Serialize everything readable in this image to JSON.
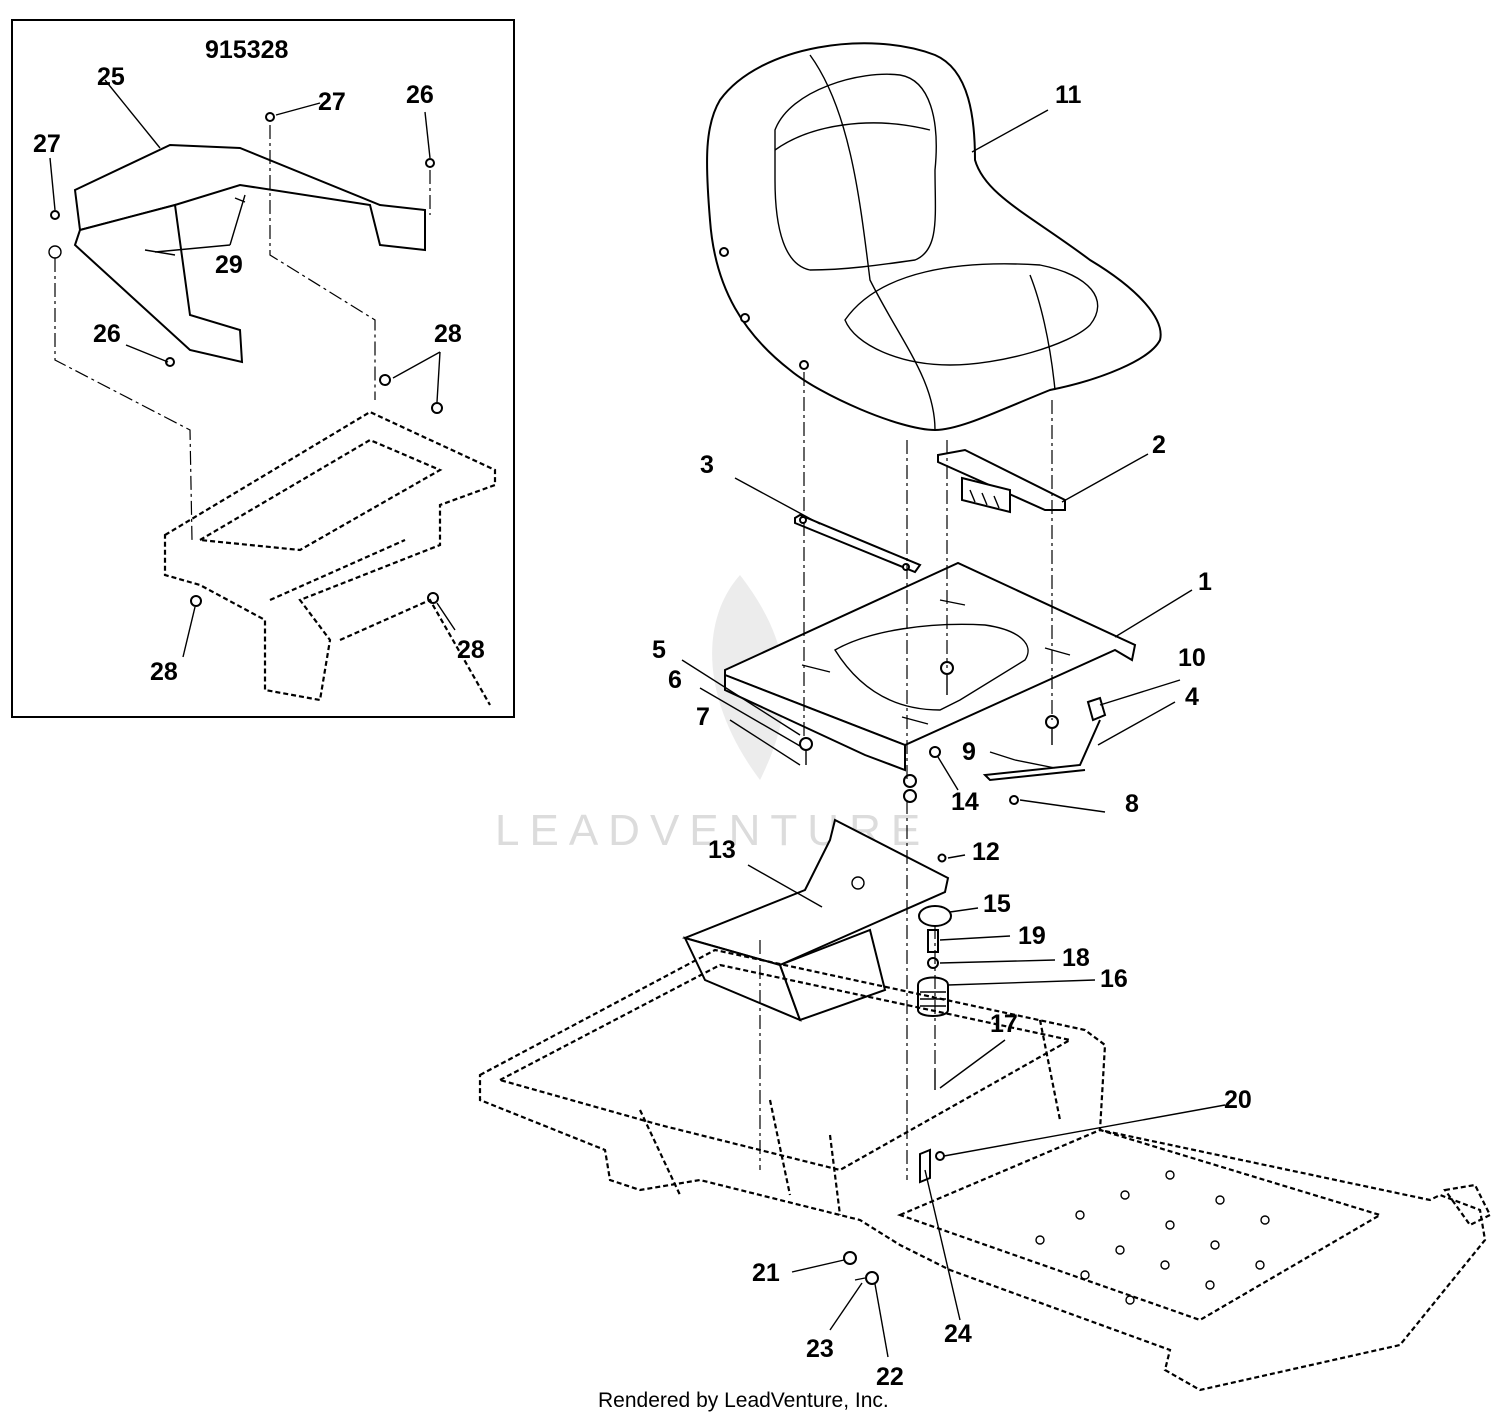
{
  "inset": {
    "part_number": "915328"
  },
  "callouts": {
    "c1": "1",
    "c2": "2",
    "c3": "3",
    "c4": "4",
    "c5": "5",
    "c6": "6",
    "c7": "7",
    "c8": "8",
    "c9": "9",
    "c10": "10",
    "c11": "11",
    "c12": "12",
    "c13": "13",
    "c14": "14",
    "c15": "15",
    "c16": "16",
    "c17": "17",
    "c18": "18",
    "c19": "19",
    "c20": "20",
    "c21": "21",
    "c22": "22",
    "c23": "23",
    "c24": "24",
    "c25": "25",
    "c26a": "26",
    "c26b": "26",
    "c27a": "27",
    "c27b": "27",
    "c28a": "28",
    "c28b": "28",
    "c28c": "28",
    "c29": "29"
  },
  "watermark": "LEADVENTURE",
  "footer": "Rendered by LeadVenture, Inc."
}
